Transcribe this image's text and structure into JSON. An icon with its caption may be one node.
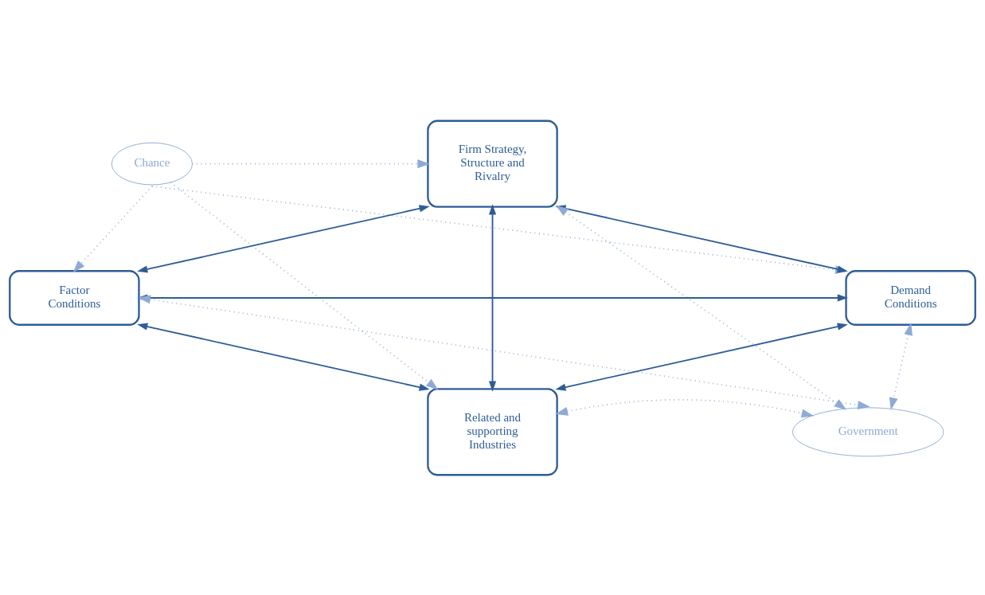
{
  "diagram": {
    "nodes": [
      {
        "text": [
          "Chance"
        ]
      },
      {
        "text": [
          "Firm Strategy, Structure and Rivalry"
        ]
      },
      {
        "text": [
          "Factor Conditions"
        ]
      },
      {
        "text": [
          "Demand Conditions"
        ]
      },
      {
        "text": [
          "Related and supporting Industries"
        ]
      },
      {
        "text": [
          "Government"
        ]
      }
    ],
    "edges": [
      {
        "from": 1,
        "to": 2,
        "arrow": "both",
        "color": "#2f5d95"
      },
      {
        "from": 1,
        "to": 3,
        "arrow": "both",
        "color": "#2f5d95"
      },
      {
        "from": 1,
        "to": 4,
        "arrow": "both",
        "color": "#2f5d95"
      },
      {
        "from": 2,
        "to": 3,
        "arrow": "both",
        "color": "#2f5d95"
      },
      {
        "from": 2,
        "to": 4,
        "arrow": "both",
        "color": "#2f5d95"
      },
      {
        "from": 3,
        "to": 4,
        "arrow": "both",
        "color": "#2f5d95"
      },
      {
        "from": 0,
        "to": 1,
        "arrow": "to",
        "style": "dashed",
        "color": "#8eaad6"
      },
      {
        "from": 0,
        "to": 2,
        "arrow": "to",
        "style": "dashed",
        "color": "#8eaad6"
      },
      {
        "from": 0,
        "to": 4,
        "arrow": "to",
        "style": "dashed",
        "color": "#8eaad6"
      },
      {
        "from": 0,
        "to": 3,
        "arrow": "to",
        "style": "dashed",
        "color": "#8eaad6"
      },
      {
        "from": 5,
        "to": 1,
        "arrow": "both",
        "style": "dashed",
        "color": "#8eaad6"
      },
      {
        "from": 5,
        "to": 2,
        "arrow": "both",
        "style": "dashed",
        "color": "#8eaad6"
      },
      {
        "from": 5,
        "to": 3,
        "arrow": "both",
        "style": "dashed",
        "color": "#8eaad6"
      },
      {
        "from": 5,
        "to": 4,
        "arrow": "both",
        "style": "dashed",
        "color": "#8eaad6"
      }
    ]
  }
}
